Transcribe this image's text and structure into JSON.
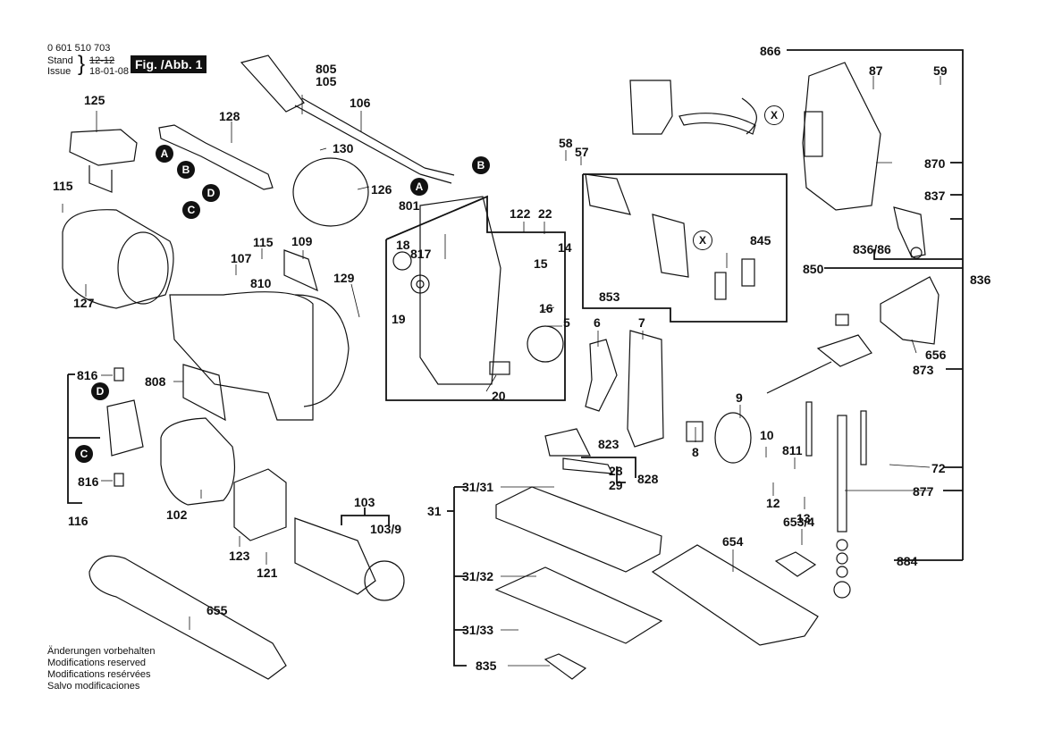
{
  "header": {
    "part_number": "0 601 510 703",
    "stand_label": "Stand",
    "issue_label": "Issue",
    "old_date": "12-12",
    "issue_date": "18-01-08",
    "figure_label": "Fig. /Abb. 1"
  },
  "notes": [
    "Änderungen vorbehalten",
    "Modifications reserved",
    "Modifications resérvées",
    "Salvo modificaciones"
  ],
  "callouts": [
    "A",
    "B",
    "C",
    "D",
    "X"
  ],
  "parts": {
    "p125": "125",
    "p128": "128",
    "p805": "805",
    "p105": "105",
    "p106": "106",
    "p130": "130",
    "p126": "126",
    "p115a": "115",
    "p115b": "115",
    "p127": "127",
    "p107": "107",
    "p109": "109",
    "p810": "810",
    "p129": "129",
    "p808": "808",
    "p816a": "816",
    "p816b": "816",
    "p116": "116",
    "p102": "102",
    "p103": "103",
    "p103_9": "103/9",
    "p123": "123",
    "p121": "121",
    "p655": "655",
    "p801": "801",
    "p18": "18",
    "p817": "817",
    "p19": "19",
    "p20": "20",
    "p122": "122",
    "p22": "22",
    "p14": "14",
    "p15": "15",
    "p16": "16",
    "p5": "5",
    "p6": "6",
    "p7": "7",
    "p8": "8",
    "p9": "9",
    "p10": "10",
    "p811": "811",
    "p12": "12",
    "p13": "13",
    "p58": "58",
    "p57": "57",
    "p853": "853",
    "p845": "845",
    "p850": "850",
    "p866": "866",
    "p87": "87",
    "p59": "59",
    "p870": "870",
    "p837": "837",
    "p836_86": "836/86",
    "p836": "836",
    "p656": "656",
    "p873": "873",
    "p72": "72",
    "p877": "877",
    "p884": "884",
    "p823": "823",
    "p28": "28",
    "p29": "29",
    "p828": "828",
    "p31": "31",
    "p31_31": "31/31",
    "p31_32": "31/32",
    "p31_33": "31/33",
    "p835": "835",
    "p654": "654",
    "p653_4": "653/4"
  }
}
